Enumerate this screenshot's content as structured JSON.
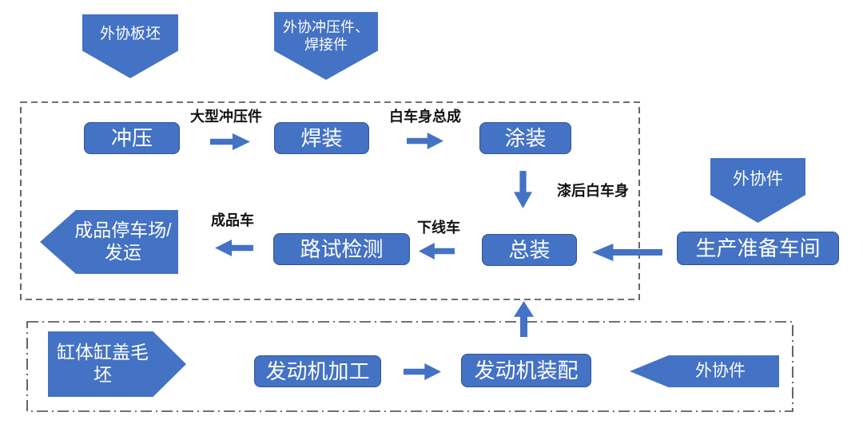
{
  "diagram": {
    "vehicle_plant": {
      "stamping": "冲压",
      "welding": "焊装",
      "painting": "涂装",
      "assembly": "总装",
      "road_test": "路试检测",
      "prep_workshop": "生产准备车间",
      "finished_output": "成品停车场/发运"
    },
    "engine_plant": {
      "machining": "发动机加工",
      "assembly": "发动机装配"
    },
    "external_inputs": {
      "slab": "外协板坯",
      "stamping_welding_parts": "外协冲压件、焊接件",
      "vehicle_outsourced_parts": "外协件",
      "engine_outsourced_parts": "外协件",
      "cylinder_blank": "缸体缸盖毛坯"
    },
    "flow_labels": {
      "large_stampings": "大型冲压件",
      "biw_assembly": "白车身总成",
      "painted_biw": "漆后白车身",
      "offline_vehicle": "下线车",
      "finished_vehicle": "成品车"
    },
    "colors": {
      "shape_fill": "#4472C4",
      "shape_border": "#2E5395",
      "boundary": "#404040",
      "label_text": "#111111",
      "shape_text": "#FFFFFF"
    }
  }
}
